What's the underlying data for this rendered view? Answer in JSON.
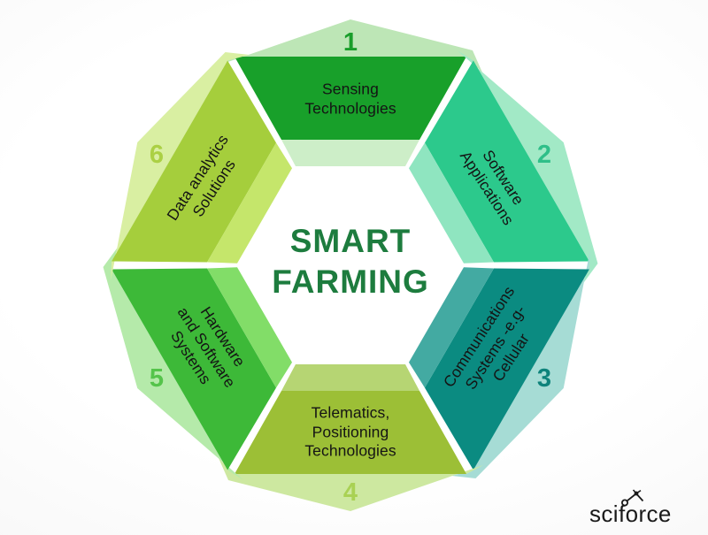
{
  "title": {
    "line1": "SMART",
    "line2": "FARMING",
    "color": "#1d7c3e"
  },
  "segments": [
    {
      "number": "1",
      "label": "Sensing\nTechnologies",
      "main_color": "#18a02a",
      "outer_band_color": "#bde6b6",
      "inner_strip_color": "#cdeec8",
      "number_color": "#1a9e2b"
    },
    {
      "number": "2",
      "label": "Software\nApplications",
      "main_color": "#2cc98c",
      "outer_band_color": "#a2e9c6",
      "inner_strip_color": "#8fe5c0",
      "number_color": "#2fbf89"
    },
    {
      "number": "3",
      "label": "Communications\nSystems -e.g-\nCellular",
      "main_color": "#0b8b81",
      "outer_band_color": "#a6dcd5",
      "inner_strip_color": "#43aaa2",
      "number_color": "#0e837b"
    },
    {
      "number": "4",
      "label": "Telematics,\nPositioning\nTechnologies",
      "main_color": "#9cbf36",
      "outer_band_color": "#cde8a0",
      "inner_strip_color": "#b6d573",
      "number_color": "#a9d154"
    },
    {
      "number": "5",
      "label": "Hardware\nand Software\nSystems",
      "main_color": "#3db938",
      "outer_band_color": "#b5eaaa",
      "inner_strip_color": "#82dd68",
      "number_color": "#55c44b"
    },
    {
      "number": "6",
      "label": "Data analytics\nSolutions",
      "main_color": "#a5ce3c",
      "outer_band_color": "#d9efa2",
      "inner_strip_color": "#c5e66b",
      "number_color": "#abd044"
    }
  ],
  "logo": {
    "text": "sciforce"
  },
  "colors": {
    "background_center": "#ffffff",
    "background_edge": "#eeeeee",
    "label_text": "#141414",
    "gap": "#ffffff"
  }
}
